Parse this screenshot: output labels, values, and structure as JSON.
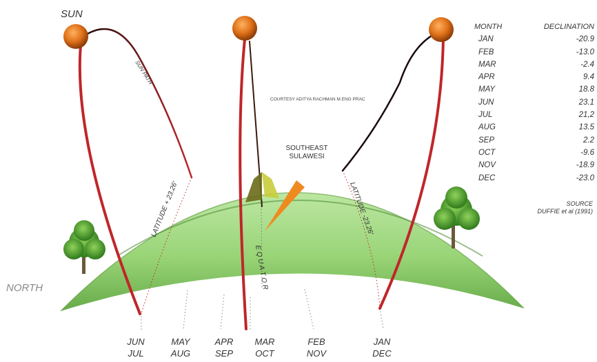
{
  "labels": {
    "sun": "SUN",
    "north": "NORTH",
    "sun_path": "SUN PATH",
    "latitude_north": "LATITUDE + 23.26'",
    "latitude_south": "LATITUDE -23.26'",
    "equator": "E Q U A T O R",
    "courtesy": "COURTESY ADITYA RACHMAN M.ENG PRAC",
    "location_line1": "SOUTHEAST",
    "location_line2": "SULAWESI"
  },
  "month_pairs": [
    {
      "top": "JUN",
      "bottom": "JUL"
    },
    {
      "top": "MAY",
      "bottom": "AUG"
    },
    {
      "top": "APR",
      "bottom": "SEP"
    },
    {
      "top": "MAR",
      "bottom": "OCT"
    },
    {
      "top": "FEB",
      "bottom": "NOV"
    },
    {
      "top": "JAN",
      "bottom": "DEC"
    }
  ],
  "table": {
    "header_month": "MONTH",
    "header_declination": "DECLINATION",
    "rows": [
      {
        "month": "JAN",
        "declination": "-20.9"
      },
      {
        "month": "FEB",
        "declination": "-13.0"
      },
      {
        "month": "MAR",
        "declination": "-2.4"
      },
      {
        "month": "APR",
        "declination": "9.4"
      },
      {
        "month": "MAY",
        "declination": "18.8"
      },
      {
        "month": "JUN",
        "declination": "23.1"
      },
      {
        "month": "JUL",
        "declination": "21,2"
      },
      {
        "month": "AUG",
        "declination": "13.5"
      },
      {
        "month": "SEP",
        "declination": "2.2"
      },
      {
        "month": "OCT",
        "declination": "-9.6"
      },
      {
        "month": "NOV",
        "declination": "-18.9"
      },
      {
        "month": "DEC",
        "declination": "-23.0"
      }
    ],
    "source_line1": "SOURCE",
    "source_line2": "DUFFIE et al (1991)"
  },
  "colors": {
    "sun": "#e0731a",
    "sun_path": "#c0262a",
    "earth": "#8fd06a",
    "text": "#333333"
  }
}
